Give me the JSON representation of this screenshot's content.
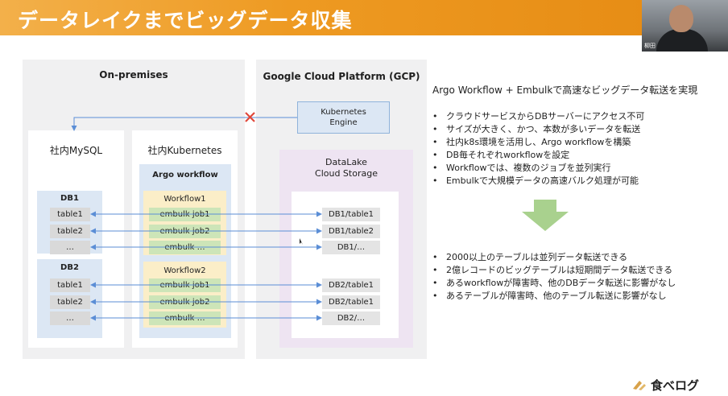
{
  "header": {
    "title": "データレイクまでビッグデータ収集"
  },
  "camera": {
    "name_label": "柳田"
  },
  "onprem": {
    "title": "On-premises",
    "mysql_title": "社内MySQL",
    "k8s_title": "社内Kubernetes",
    "argo_title": "Argo workflow",
    "db1": {
      "title": "DB1",
      "tables": [
        "table1",
        "table2",
        "…"
      ]
    },
    "db2": {
      "title": "DB2",
      "tables": [
        "table1",
        "table2",
        "…"
      ]
    },
    "workflow1": {
      "title": "Workflow1",
      "jobs": [
        "embulk job1",
        "embulk job2",
        "embulk …"
      ]
    },
    "workflow2": {
      "title": "Workflow2",
      "jobs": [
        "embulk job1",
        "embulk job2",
        "embulk …"
      ]
    }
  },
  "gcp": {
    "title": "Google Cloud Platform (GCP)",
    "k8s_engine": [
      "Kubernetes",
      "Engine"
    ],
    "storage_title": [
      "DataLake",
      "Cloud Storage"
    ],
    "targets1": [
      "DB1/table1",
      "DB1/table2",
      "DB1/…"
    ],
    "targets2": [
      "DB2/table1",
      "DB2/table1",
      "DB2/…"
    ]
  },
  "right": {
    "heading": "Argo Workflow + Embulkで高速なビッグデータ転送を実現",
    "bullets1": [
      "クラウドサービスからDBサーバーにアクセス不可",
      "サイズが大きく、かつ、本数が多いデータを転送",
      "社内k8s環境を活用し、Argo workflowを構築",
      "DB毎それぞれworkflowを設定",
      "Workflowでは、複数のジョブを並列実行",
      "Embulkで大規模データの高速バルク処理が可能"
    ],
    "bullets2": [
      "2000以上のテーブルは並列データ転送できる",
      "2億レコードのビッグテーブルは短期間データ転送できる",
      "あるworkflowが障害時、他のDBデータ転送に影響がなし",
      "あるテーブルが障害時、他のテーブル転送に影響がなし"
    ]
  },
  "logo": {
    "text": "食べログ"
  },
  "colors": {
    "header": "#ee9a22",
    "arrow_blue": "#5b8ed6",
    "blocked_x": "#e0483a",
    "down_arrow": "#a9d18e"
  }
}
